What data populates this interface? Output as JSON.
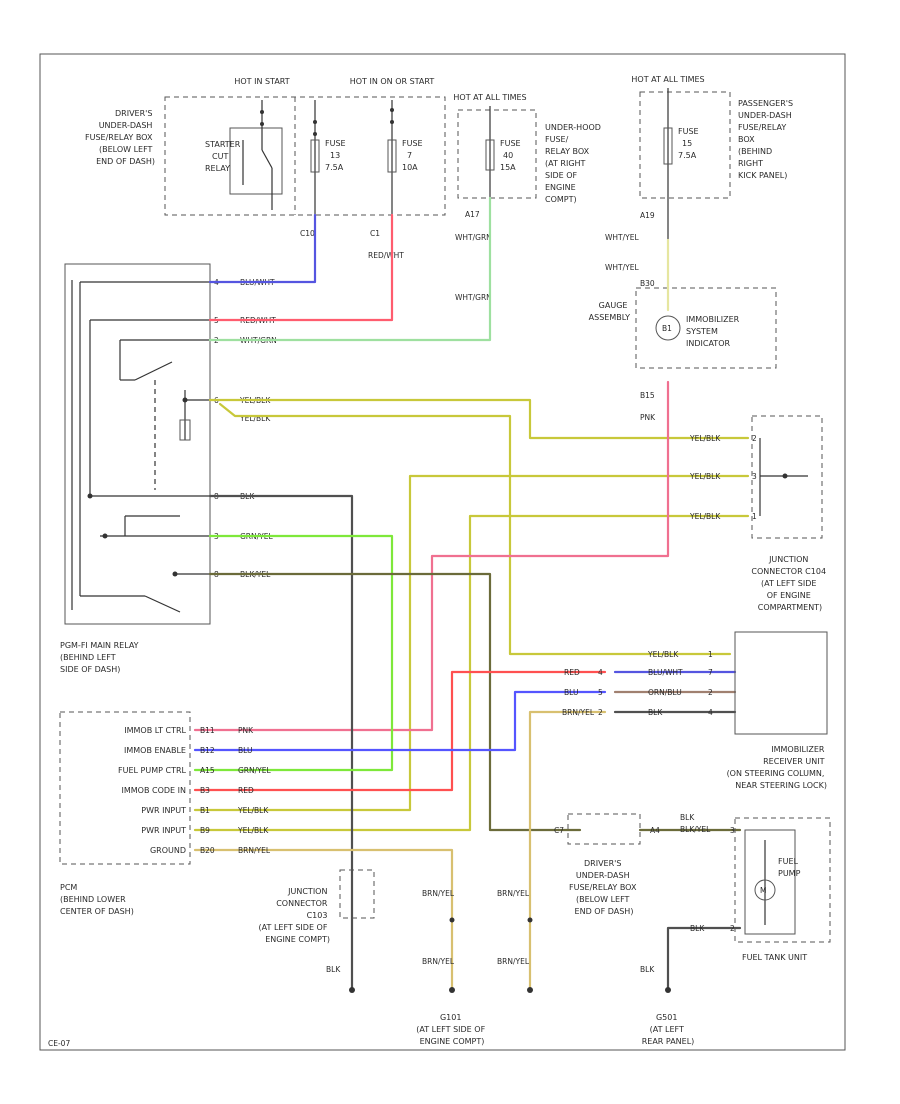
{
  "diagram": {
    "figure_code": "CE-07",
    "colors": {
      "blu_wht": "#5555e0",
      "red_wht": "#ff5c6e",
      "wht_grn": "#9ee0a0",
      "yel_blk": "#c8c83a",
      "blk": "#505050",
      "grn_yel": "#7ee83a",
      "blk_yel": "#6b6b3a",
      "pnk": "#f07090",
      "blu": "#5555ff",
      "red": "#ff5050",
      "orn_blu": "#a08070",
      "brn_yel": "#d8c070",
      "wht_yel": "#e6e6a0"
    }
  },
  "power": {
    "hot_in_start": "HOT IN START",
    "hot_in_on": "HOT IN ON OR START",
    "hot_at_all_times_1": "HOT AT ALL TIMES",
    "hot_at_all_times_2": "HOT AT ALL TIMES",
    "drivers_box": [
      "DRIVER'S",
      "UNDER-DASH",
      "FUSE/RELAY BOX",
      "(BELOW LEFT",
      "END OF DASH)"
    ],
    "starter_cut_relay": [
      "STARTER",
      "CUT",
      "RELAY"
    ],
    "fuse_a": [
      "FUSE",
      "13",
      "7.5A"
    ],
    "fuse_b": [
      "FUSE",
      "7",
      "10A"
    ],
    "fuse_c": [
      "FUSE",
      "40",
      "15A"
    ],
    "fuse_d": [
      "FUSE",
      "15",
      "7.5A"
    ],
    "underhood_box": [
      "UNDER-HOOD",
      "FUSE/",
      "RELAY BOX",
      "(AT RIGHT",
      "SIDE OF",
      "ENGINE",
      "COMPT)"
    ],
    "pass_box": [
      "PASSENGER'S",
      "UNDER-DASH",
      "FUSE/RELAY",
      "BOX",
      "(BEHIND",
      "RIGHT",
      "KICK PANEL)"
    ],
    "pin_c10": "C10",
    "pin_c1": "C1",
    "pin_a17": "A17",
    "pin_a19": "A19",
    "pin_b30": "B30",
    "pin_b15": "B15",
    "red_wht": "RED/WHT",
    "wht_grn": "WHT/GRN",
    "wht_yel": "WHT/YEL",
    "pnk": "PNK"
  },
  "gauge": {
    "name": [
      "GAUGE",
      "ASSEMBLY"
    ],
    "indicator": [
      "IMMOBILIZER",
      "SYSTEM",
      "INDICATOR"
    ],
    "bulb": "B1"
  },
  "relay": {
    "name": [
      "PGM-FI MAIN RELAY",
      "(BEHIND LEFT",
      "SIDE OF DASH)"
    ],
    "pins": [
      {
        "num": "4",
        "color": "BLU/WHT"
      },
      {
        "num": "5",
        "color": "RED/WHT"
      },
      {
        "num": "2",
        "color": "WHT/GRN"
      },
      {
        "num": "6",
        "color": "YEL/BLK"
      },
      {
        "num": "",
        "color": "YEL/BLK"
      },
      {
        "num": "8",
        "color": "BLK"
      },
      {
        "num": "3",
        "color": "GRN/YEL"
      },
      {
        "num": "8",
        "color": "BLK/YEL"
      }
    ]
  },
  "junction_c104": {
    "name": [
      "JUNCTION",
      "CONNECTOR C104",
      "(AT LEFT SIDE",
      "OF ENGINE",
      "COMPARTMENT)"
    ],
    "rows": [
      {
        "pin": "2",
        "color": "YEL/BLK"
      },
      {
        "pin": "3",
        "color": "YEL/BLK"
      },
      {
        "pin": "1",
        "color": "YEL/BLK"
      }
    ]
  },
  "immobilizer": {
    "name": [
      "IMMOBILIZER",
      "RECEIVER UNIT",
      "(ON STEERING COLUMN,",
      "NEAR STEERING LOCK)"
    ],
    "left_pins": [
      {
        "pin": "4",
        "color": "RED"
      },
      {
        "pin": "5",
        "color": "BLU"
      },
      {
        "pin": "2",
        "color": "BRN/YEL"
      }
    ],
    "right_pins": [
      {
        "pin": "1",
        "color": "YEL/BLK"
      },
      {
        "pin": "7",
        "color": "BLU/WHT"
      },
      {
        "pin": "2",
        "color": "ORN/BLU"
      },
      {
        "pin": "4",
        "color": "BLK"
      }
    ]
  },
  "pcm": {
    "name": [
      "PCM",
      "(BEHIND LOWER",
      "CENTER OF DASH)"
    ],
    "rows": [
      {
        "label": "IMMOB LT CTRL",
        "pin": "B11",
        "color": "PNK"
      },
      {
        "label": "IMMOB ENABLE",
        "pin": "B12",
        "color": "BLU"
      },
      {
        "label": "FUEL PUMP CTRL",
        "pin": "A15",
        "color": "GRN/YEL"
      },
      {
        "label": "IMMOB CODE IN",
        "pin": "B3",
        "color": "RED"
      },
      {
        "label": "PWR INPUT",
        "pin": "B1",
        "color": "YEL/BLK"
      },
      {
        "label": "PWR INPUT",
        "pin": "B9",
        "color": "YEL/BLK"
      },
      {
        "label": "GROUND",
        "pin": "B20",
        "color": "BRN/YEL"
      }
    ]
  },
  "bottom": {
    "junction_c103": [
      "JUNCTION",
      "CONNECTOR",
      "C103",
      "(AT LEFT SIDE OF",
      "ENGINE COMPT)"
    ],
    "drivers_box2": [
      "DRIVER'S",
      "UNDER-DASH",
      "FUSE/RELAY BOX",
      "(BELOW LEFT",
      "END OF DASH)"
    ],
    "brn_yel": "BRN/YEL",
    "blk": "BLK",
    "blk_yel": "BLK/YEL",
    "g101": [
      "G101",
      "(AT LEFT SIDE OF",
      "ENGINE COMPT)"
    ],
    "g501": [
      "G501",
      "(AT LEFT",
      "REAR PANEL)"
    ],
    "pin_c7": "C7",
    "pin_a4": "A4",
    "pin_3": "3",
    "pin_2": "2",
    "fuel_pump": [
      "FUEL",
      "PUMP"
    ],
    "fuel_tank": "FUEL TANK UNIT",
    "motor": "M"
  }
}
